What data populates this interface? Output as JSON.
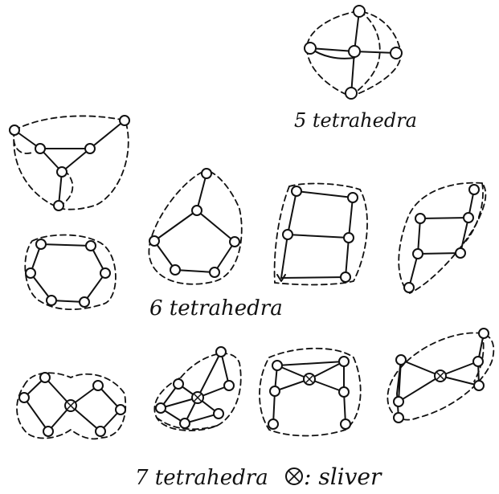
{
  "labels": {
    "five": "5 tetrahedra",
    "six": "6 tetrahedra",
    "seven": "7 tetrahedra",
    "sliver": ": sliver"
  }
}
